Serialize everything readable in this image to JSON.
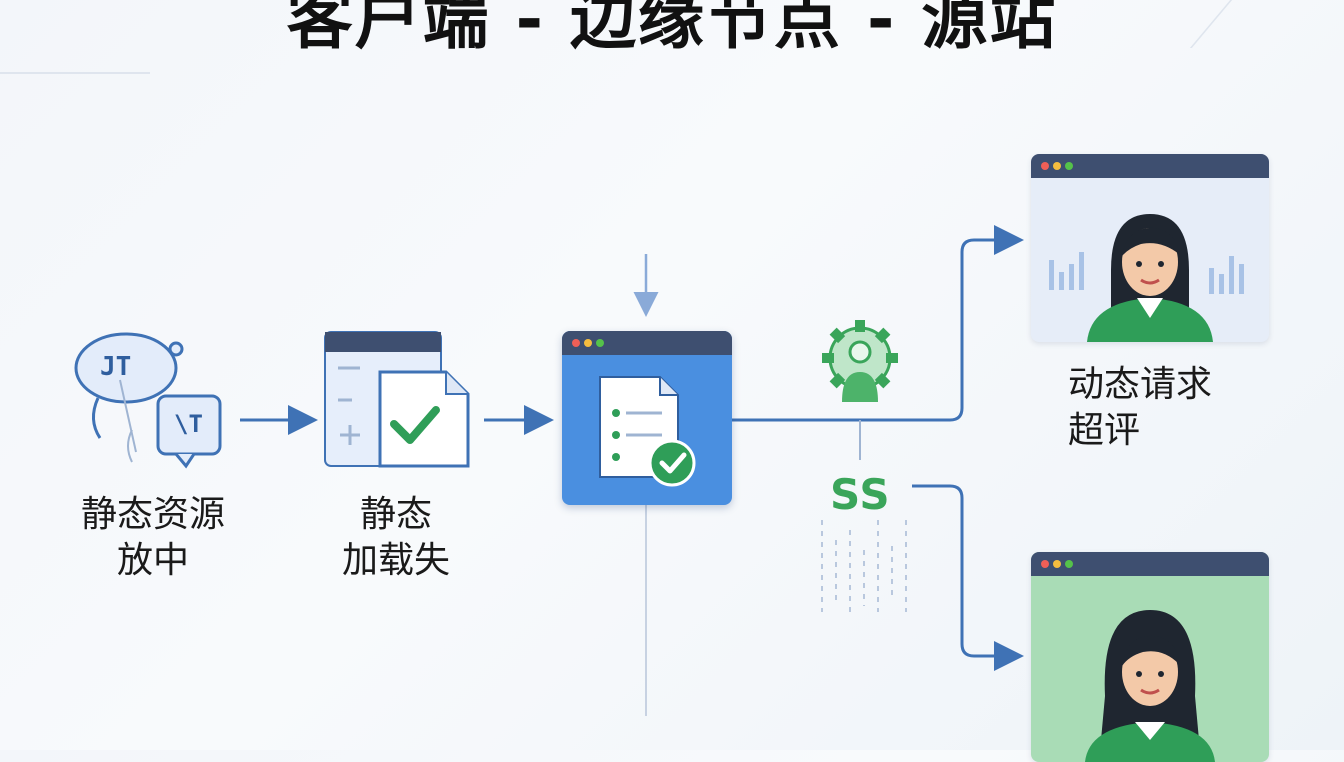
{
  "title": "客户端 - 边缘节点 - 源站",
  "nodes": {
    "static_source": {
      "line1": "静态资源",
      "line2": "放中"
    },
    "static_load": {
      "line1": "静态",
      "line2": "加载失"
    },
    "dynamic_request": {
      "line1": "动态请求",
      "line2": "超评"
    }
  },
  "bubbles": {
    "left_text": "JT",
    "right_text": "\\T"
  },
  "ss_label": "SS",
  "colors": {
    "accent_blue": "#3f72b5",
    "accent_green": "#3aa55a",
    "window_bar": "#3e4f70"
  },
  "icons": [
    "chat-bubble-icon",
    "document-check-icon",
    "gear-user-icon",
    "avatar-icon"
  ]
}
